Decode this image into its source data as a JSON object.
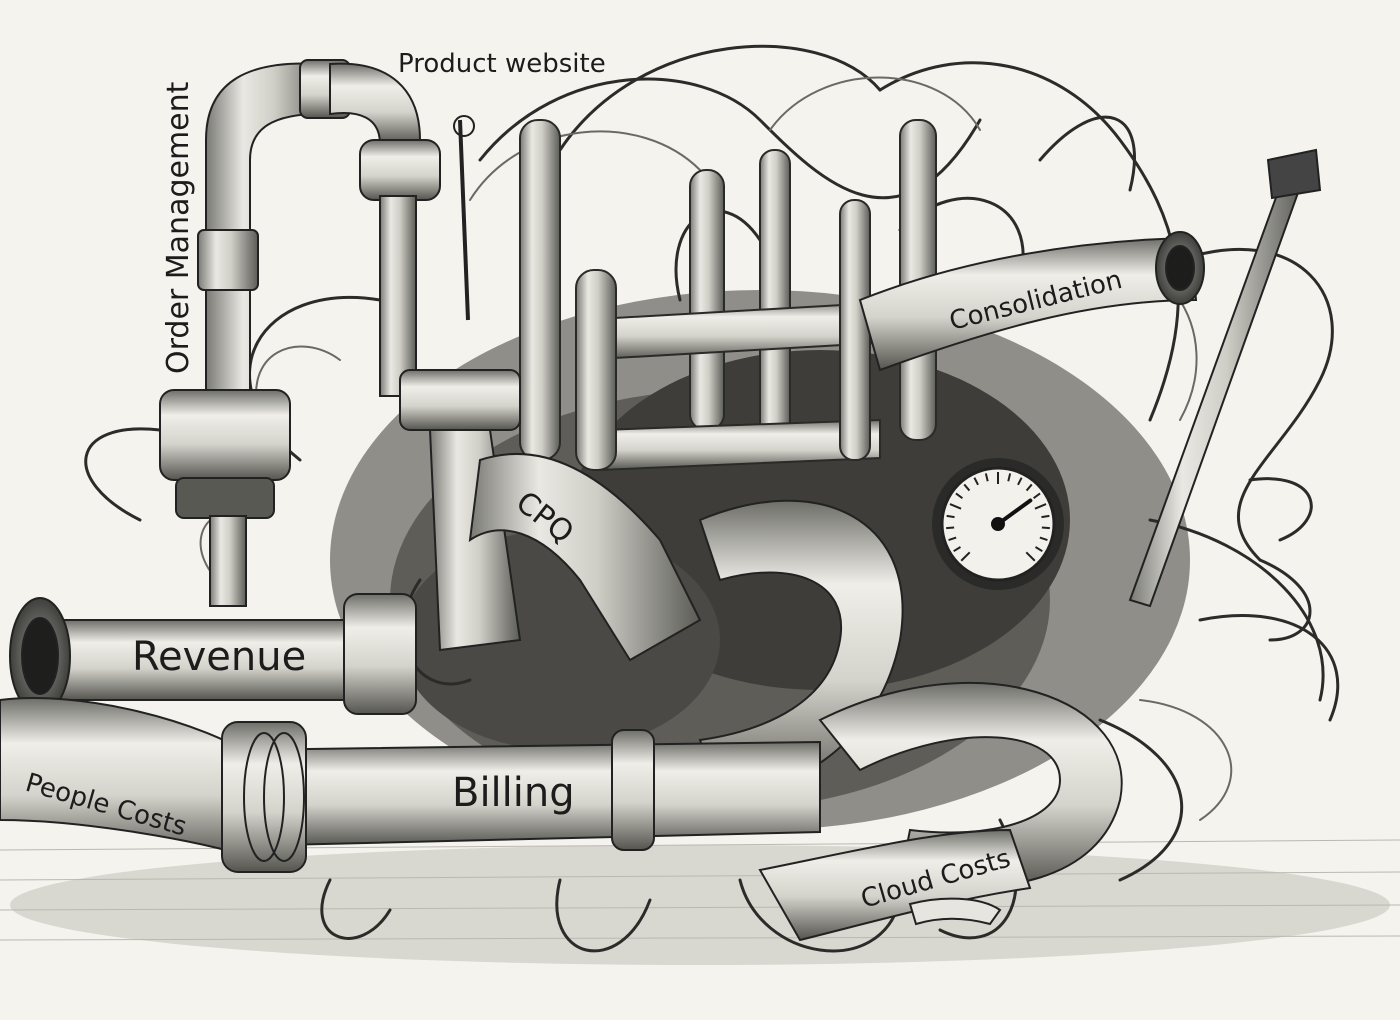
{
  "illustration": {
    "labels": {
      "order_management": "Order Management",
      "product_website": "Product website",
      "consolidation": "Consolidation",
      "cpq": "CPQ",
      "revenue": "Revenue",
      "billing": "Billing",
      "people_costs": "People Costs",
      "cloud_costs": "Cloud Costs"
    },
    "gauge": {
      "needle_percent": 70
    }
  }
}
